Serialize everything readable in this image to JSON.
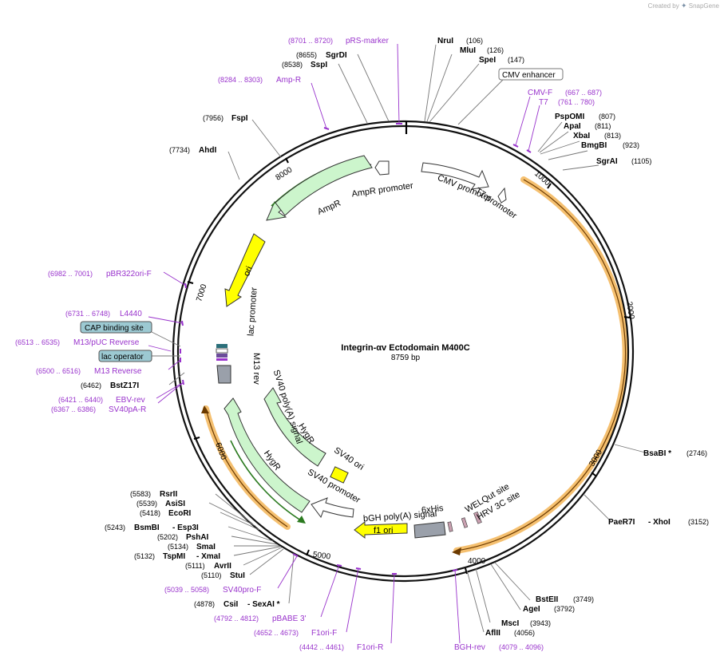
{
  "credit": {
    "prefix": "Created by",
    "brand": "SnapGene"
  },
  "plasmid": {
    "name": "Integrin-αv Ectodomain M400C",
    "length_label": "8759 bp",
    "length": 8759
  },
  "colors": {
    "enzyme": "#000000",
    "primer": "#9933cc",
    "ampr": "#ccf5cc",
    "ori": "#ffff00",
    "promoter": "#ffffff",
    "orf_highlight": "#f5c070",
    "orf_line": "#1a6b1a",
    "feature_box": "#9cc9d2"
  },
  "ticks": [
    "1000",
    "2000",
    "3000",
    "4000",
    "5000",
    "6000",
    "7000",
    "8000"
  ],
  "enzymes": [
    {
      "id": "nrui",
      "name": "NruI",
      "pos": "(106)"
    },
    {
      "id": "mlui",
      "name": "MluI",
      "pos": "(126)"
    },
    {
      "id": "spei",
      "name": "SpeI",
      "pos": "(147)"
    },
    {
      "id": "pspomi",
      "name": "PspOMI",
      "pos": "(807)"
    },
    {
      "id": "apai",
      "name": "ApaI",
      "pos": "(811)"
    },
    {
      "id": "xbai",
      "name": "XbaI",
      "pos": "(813)"
    },
    {
      "id": "bmgbi",
      "name": "BmgBI",
      "pos": "(923)"
    },
    {
      "id": "sgrai",
      "name": "SgrAI",
      "pos": "(1105)"
    },
    {
      "id": "bsabi",
      "name": "BsaBI *",
      "pos": "(2746)"
    },
    {
      "id": "paer7i",
      "name": "PaeR7I",
      "name2": "- XhoI",
      "pos": "(3152)"
    },
    {
      "id": "bsteii",
      "name": "BstEII",
      "pos": "(3749)"
    },
    {
      "id": "agei",
      "name": "AgeI",
      "pos": "(3792)"
    },
    {
      "id": "msci",
      "name": "MscI",
      "pos": "(3943)"
    },
    {
      "id": "aflii",
      "name": "AflII",
      "pos": "(4056)"
    },
    {
      "id": "csii",
      "name": "CsiI",
      "name2": "- SexAI *",
      "pos": "(4878)"
    },
    {
      "id": "stui",
      "name": "StuI",
      "pos": "(5110)"
    },
    {
      "id": "avrii",
      "name": "AvrII",
      "pos": "(5111)"
    },
    {
      "id": "tspmi",
      "name": "TspMI",
      "name2": "- XmaI",
      "pos": "(5132)"
    },
    {
      "id": "smai",
      "name": "SmaI",
      "pos": "(5134)"
    },
    {
      "id": "pshai",
      "name": "PshAI",
      "pos": "(5202)"
    },
    {
      "id": "bsmbi",
      "name": "BsmBI",
      "name2": "- Esp3I",
      "pos": "(5243)"
    },
    {
      "id": "ecori",
      "name": "EcoRI",
      "pos": "(5418)"
    },
    {
      "id": "asisi",
      "name": "AsiSI",
      "pos": "(5539)"
    },
    {
      "id": "rsrii",
      "name": "RsrII",
      "pos": "(5583)"
    },
    {
      "id": "bstz17i",
      "name": "BstZ17I",
      "pos": "(6462)"
    },
    {
      "id": "ahdi",
      "name": "AhdI",
      "pos": "(7734)"
    },
    {
      "id": "fspi",
      "name": "FspI",
      "pos": "(7956)"
    },
    {
      "id": "sspi",
      "name": "SspI",
      "pos": "(8538)"
    },
    {
      "id": "sgrdi",
      "name": "SgrDI",
      "pos": "(8655)"
    }
  ],
  "primers": [
    {
      "id": "prs-marker",
      "name": "pRS-marker",
      "range": "(8701 .. 8720)"
    },
    {
      "id": "amp-r",
      "name": "Amp-R",
      "range": "(8284 .. 8303)"
    },
    {
      "id": "cmv-f",
      "name": "CMV-F",
      "range": "(667 .. 687)"
    },
    {
      "id": "t7",
      "name": "T7",
      "range": "(761 .. 780)"
    },
    {
      "id": "pbr322ori-f",
      "name": "pBR322ori-F",
      "range": "(6982 .. 7001)"
    },
    {
      "id": "l4440",
      "name": "L4440",
      "range": "(6731 .. 6748)"
    },
    {
      "id": "m13puc-rev",
      "name": "M13/pUC Reverse",
      "range": "(6513 .. 6535)"
    },
    {
      "id": "m13-rev",
      "name": "M13 Reverse",
      "range": "(6500 .. 6516)"
    },
    {
      "id": "ebv-rev",
      "name": "EBV-rev",
      "range": "(6421 .. 6440)"
    },
    {
      "id": "sv40pa-r",
      "name": "SV40pA-R",
      "range": "(6367 .. 6386)"
    },
    {
      "id": "sv40pro-f",
      "name": "SV40pro-F",
      "range": "(5039 .. 5058)"
    },
    {
      "id": "pbabe3",
      "name": "pBABE 3'",
      "range": "(4792 .. 4812)"
    },
    {
      "id": "f1ori-f",
      "name": "F1ori-F",
      "range": "(4652 .. 4673)"
    },
    {
      "id": "f1ori-r",
      "name": "F1ori-R",
      "range": "(4442 .. 4461)"
    },
    {
      "id": "bgh-rev",
      "name": "BGH-rev",
      "range": "(4079 .. 4096)"
    }
  ],
  "boxed_features": [
    {
      "id": "cmv-enhancer",
      "name": "CMV enhancer"
    },
    {
      "id": "cap-site",
      "name": "CAP binding site"
    },
    {
      "id": "lac-operator",
      "name": "lac operator"
    }
  ],
  "inner_features": [
    {
      "id": "ampr-promoter",
      "name": "AmpR promoter"
    },
    {
      "id": "ampr",
      "name": "AmpR"
    },
    {
      "id": "cmv-promoter",
      "name": "CMV promoter"
    },
    {
      "id": "t7-promoter",
      "name": "T7 promoter"
    },
    {
      "id": "ori",
      "name": "ori"
    },
    {
      "id": "lac-promoter",
      "name": "lac promoter"
    },
    {
      "id": "m13rev",
      "name": "M13 rev"
    },
    {
      "id": "sv40-polya",
      "name": "SV40 poly(A) signal"
    },
    {
      "id": "hygr1",
      "name": "HygR"
    },
    {
      "id": "hygr2",
      "name": "HygR"
    },
    {
      "id": "sv40-ori",
      "name": "SV40 ori"
    },
    {
      "id": "sv40-promoter",
      "name": "SV40 promoter"
    },
    {
      "id": "bgh-polya",
      "name": "bGH poly(A) signal"
    },
    {
      "id": "f1-ori",
      "name": "f1 ori"
    },
    {
      "id": "his6",
      "name": "6xHis"
    },
    {
      "id": "welqut",
      "name": "WELQut site"
    },
    {
      "id": "hrv3c",
      "name": "HRV 3C site"
    }
  ]
}
